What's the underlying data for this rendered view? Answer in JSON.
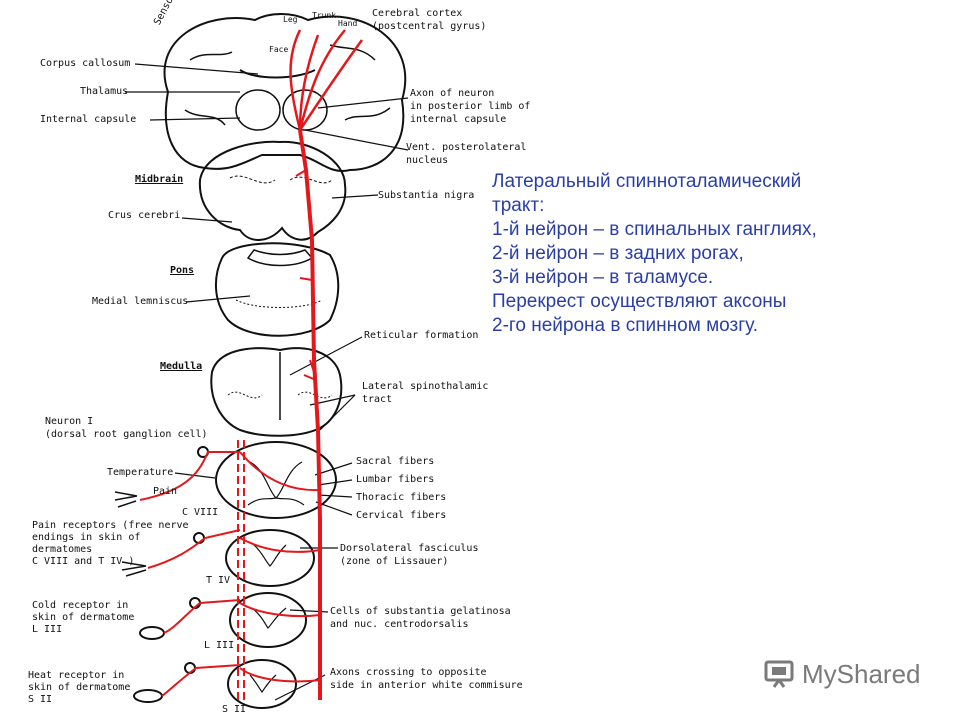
{
  "labels": {
    "sensory_cortex": "Sensory cortex",
    "leg": "Leg",
    "trunk": "Trunk",
    "hand": "Hand",
    "face": "Face",
    "cerebral_cortex": "Cerebral cortex",
    "postcentral_gyrus": "(postcentral gyrus)",
    "corpus_callosum": "Corpus callosum",
    "thalamus": "Thalamus",
    "internal_capsule": "Internal capsule",
    "axon_of_neuron": "Axon of neuron",
    "in_posterior_limb": "in posterior limb of",
    "internal_capsule_2": "internal capsule",
    "vent_posterolateral": "Vent. posterolateral",
    "nucleus": "nucleus",
    "midbrain": "Midbrain",
    "crus_cerebri": "Crus cerebri",
    "substantia_nigra": "Substantia nigra",
    "pons": "Pons",
    "medial_lemniscus": "Medial lemniscus",
    "reticular_formation": "Reticular  formation",
    "medulla": "Medulla",
    "lateral_spinothalamic": "Lateral  spinothalamic",
    "tract": "tract",
    "neuron_i": "Neuron I",
    "dorsal_root": "(dorsal root ganglion cell)",
    "temperature": "Temperature",
    "pain": "Pain",
    "sacral_fibers": "Sacral fibers",
    "lumbar_fibers": "Lumbar fibers",
    "thoracic_fibers": "Thoracic  fibers",
    "cervical_fibers": "Cervical  fibers",
    "c_viii": "C VIII",
    "pain_receptors_1": "Pain receptors (free nerve",
    "pain_receptors_2": "endings in skin of",
    "pain_receptors_3": "dermatomes",
    "pain_receptors_4": "C VIII  and  T IV )",
    "dorsolateral_fasciculus": "Dorsolateral fasciculus",
    "zone_of_lissauer": "(zone of Lissauer)",
    "t_iv": "T IV",
    "cold_receptor_1": "Cold receptor  in",
    "cold_receptor_2": "skin of dermatome",
    "cold_receptor_3": "L III",
    "cells_gelatinosa_1": "Cells of substantia gelatinosa",
    "cells_gelatinosa_2": "and nuc. centrodorsalis",
    "l_iii": "L III",
    "heat_receptor_1": "Heat receptor  in",
    "heat_receptor_2": "skin of dermatome",
    "heat_receptor_3": "S II",
    "axons_crossing_1": "Axons  crossing to opposite",
    "axons_crossing_2": "side  in anterior white commisure",
    "s_ii": "S II"
  },
  "description": {
    "line1": "Латеральный спинноталамический",
    "line2": "тракт:",
    "line3": "1-й нейрон – в спинальных ганглиях,",
    "line4": "2-й нейрон – в задних рогах,",
    "line5": "3-й нейрон – в таламусе.",
    "line6": "Перекрест осуществляют аксоны",
    "line7": "2-го нейрона в спинном мозгу."
  },
  "watermark": {
    "text": "MyShared",
    "icon": "projector-screen-icon"
  },
  "colors": {
    "tract": "#e3181c",
    "text_blue": "#2a3ea8",
    "outline": "#111111",
    "watermark": "#7a7a7a"
  }
}
